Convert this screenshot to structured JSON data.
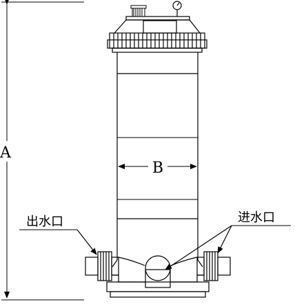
{
  "dimensions": {
    "height_label": "A",
    "width_label": "B"
  },
  "ports": {
    "outlet_label": "出水口",
    "inlet_label": "进水口"
  },
  "icons": {
    "gauge": "pressure-gauge-icon",
    "valve": "vent-valve-icon"
  },
  "colors": {
    "line": "#000000",
    "background": "#ffffff"
  }
}
